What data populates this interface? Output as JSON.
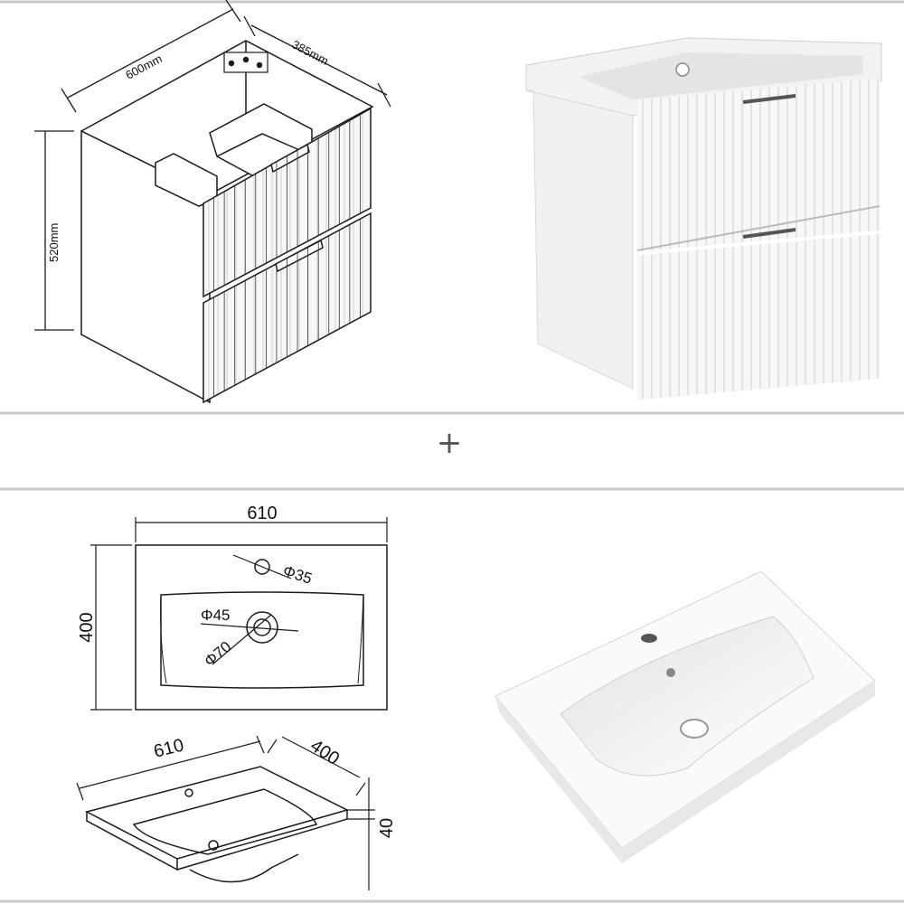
{
  "vanity": {
    "width_label": "600mm",
    "depth_label": "385mm",
    "height_label": "520mm"
  },
  "separator": {
    "plus_symbol": "+"
  },
  "basin_top": {
    "width_label": "610",
    "height_label": "400",
    "tap_hole_label": "Φ35",
    "waste_label": "Φ45",
    "waste_outer_label": "Φ70"
  },
  "basin_iso": {
    "width_label": "610",
    "depth_label": "400",
    "thickness_label": "40"
  },
  "colors": {
    "line": "#1a1a1a",
    "panel_border": "#c8c8c8",
    "white": "#ffffff",
    "shade": "#e6e6e6"
  }
}
